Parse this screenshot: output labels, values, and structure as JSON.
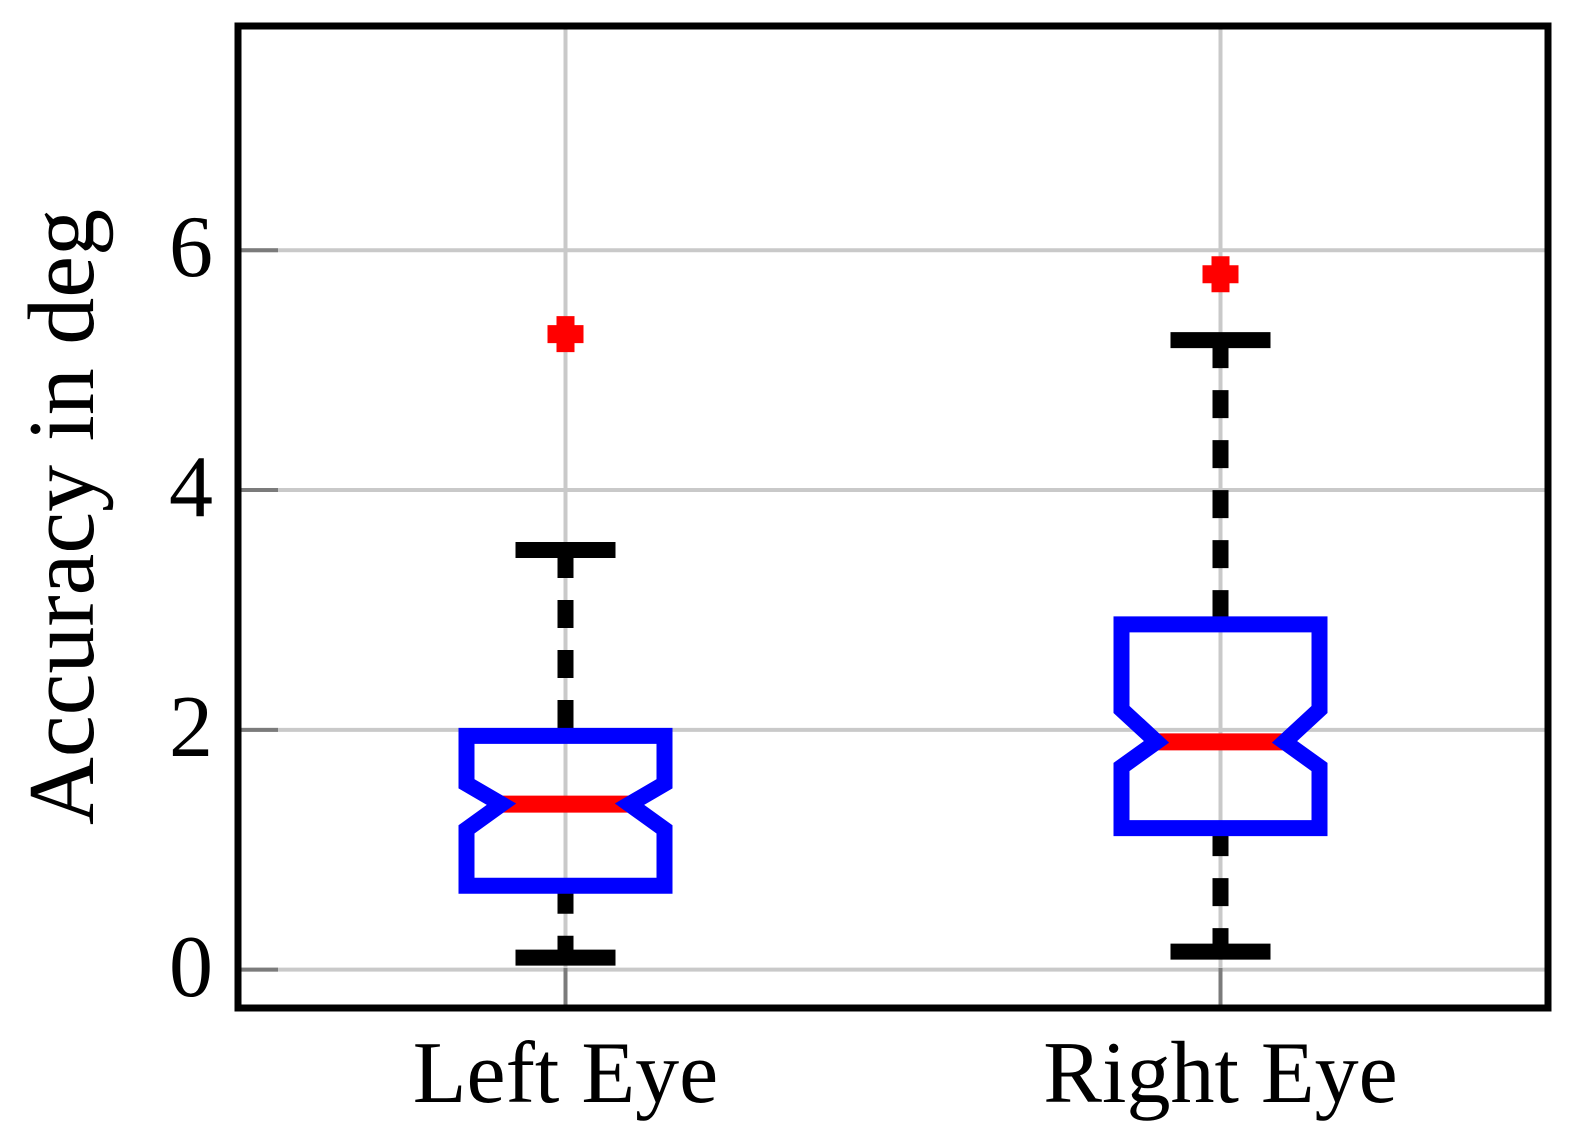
{
  "chart_data": {
    "type": "boxplot",
    "orientation": "vertical",
    "notched": true,
    "title": "",
    "ylabel": "Accuracy in deg",
    "categories": [
      "Left Eye",
      "Right Eye"
    ],
    "yticks": [
      0,
      2,
      4,
      6
    ],
    "ylim": [
      -0.32,
      7.87
    ],
    "grid": true,
    "series": [
      {
        "category": "Left Eye",
        "whisker_low": 0.1,
        "q1": 0.7,
        "median": 1.38,
        "q3": 1.95,
        "notch_low": 1.17,
        "notch_high": 1.55,
        "whisker_high": 3.5,
        "outliers": [
          5.3
        ]
      },
      {
        "category": "Right Eye",
        "whisker_low": 0.15,
        "q1": 1.18,
        "median": 1.9,
        "q3": 2.88,
        "notch_low": 1.69,
        "notch_high": 2.17,
        "whisker_high": 5.25,
        "outliers": [
          5.8
        ]
      }
    ],
    "colors": {
      "box": "#0000ff",
      "median": "#ff0000",
      "outlier": "#ff0000",
      "whisker": "#000000",
      "cap": "#000000",
      "grid_line": "#c9c9c9",
      "tick_mark": "#7b7b7b",
      "axis_frame": "#000000",
      "text": "#000000",
      "background": "#ffffff"
    }
  }
}
